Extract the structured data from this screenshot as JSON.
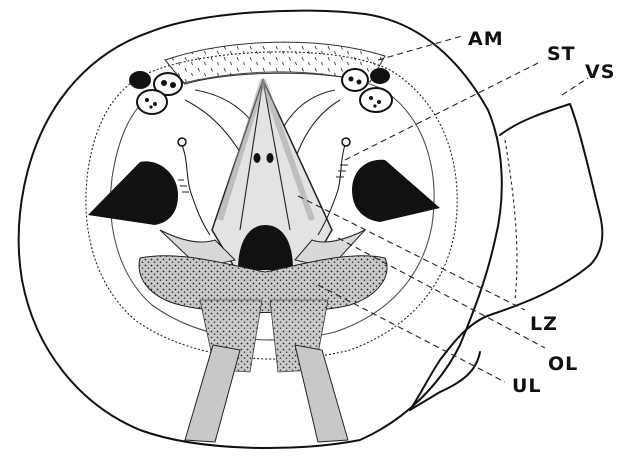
{
  "labels": {
    "am": "AM",
    "st": "ST",
    "vs": "VS",
    "lz": "LZ",
    "ol": "OL",
    "ul": "UL"
  }
}
